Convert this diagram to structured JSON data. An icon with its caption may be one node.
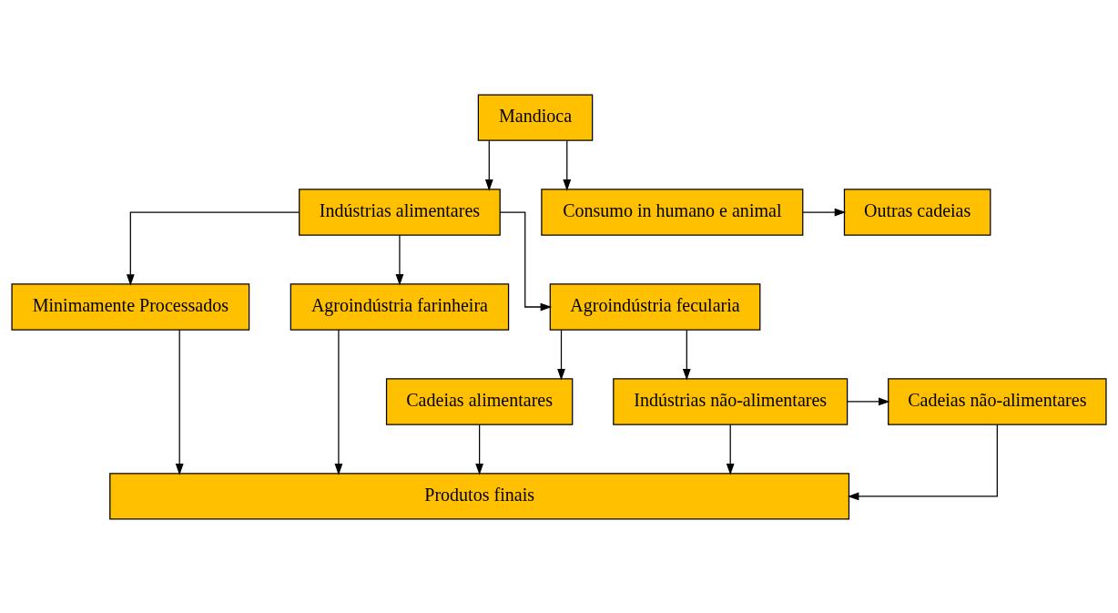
{
  "diagram": {
    "nodes": [
      {
        "text": [
          "Mandioca"
        ]
      },
      {
        "text": [
          "Indústrias alimentares"
        ]
      },
      {
        "text": [
          "Consumo in humano e animal"
        ]
      },
      {
        "text": [
          "Outras cadeias"
        ]
      },
      {
        "text": [
          "Minimamente Processados"
        ]
      },
      {
        "text": [
          "Agroindústria farinheira"
        ]
      },
      {
        "text": [
          "Agroindústria fecularia"
        ]
      },
      {
        "text": [
          "Cadeias alimentares"
        ]
      },
      {
        "text": [
          "Indústrias não-alimentares"
        ]
      },
      {
        "text": [
          "Cadeias não-alimentares"
        ]
      },
      {
        "text": [
          "Produtos finais"
        ]
      }
    ],
    "edges": [
      {
        "from": 0,
        "to": 1,
        "arrow": "to"
      },
      {
        "from": 0,
        "to": 2,
        "arrow": "to"
      },
      {
        "from": 2,
        "to": 3,
        "arrow": "to"
      },
      {
        "from": 1,
        "to": 4,
        "arrow": "to"
      },
      {
        "from": 1,
        "to": 5,
        "arrow": "to"
      },
      {
        "from": 1,
        "to": 6,
        "arrow": "to"
      },
      {
        "from": 6,
        "to": 7,
        "arrow": "to"
      },
      {
        "from": 6,
        "to": 8,
        "arrow": "to"
      },
      {
        "from": 8,
        "to": 9,
        "arrow": "to"
      },
      {
        "from": 4,
        "to": 10,
        "arrow": "to"
      },
      {
        "from": 5,
        "to": 10,
        "arrow": "to"
      },
      {
        "from": 7,
        "to": 10,
        "arrow": "to"
      },
      {
        "from": 8,
        "to": 10,
        "arrow": "to"
      },
      {
        "from": 9,
        "to": 10,
        "arrow": "to"
      }
    ]
  }
}
